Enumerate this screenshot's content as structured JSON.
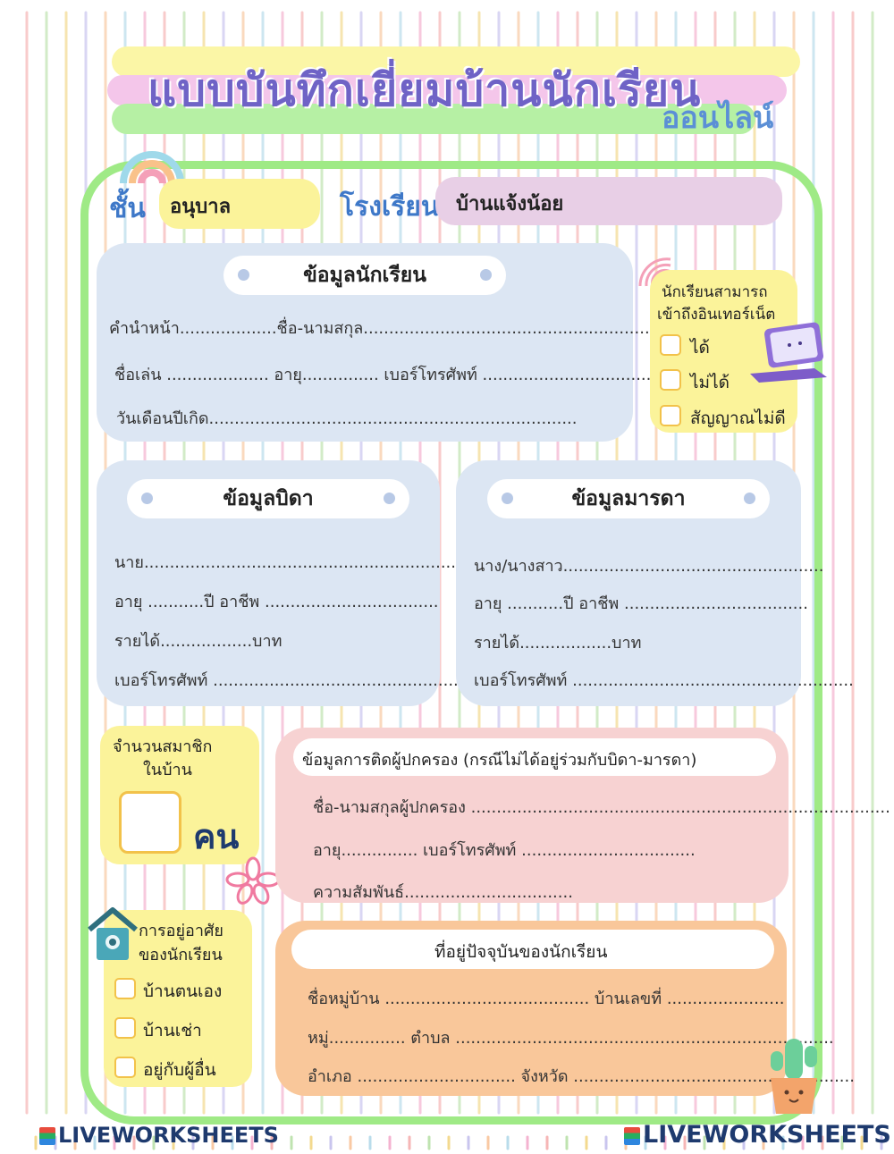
{
  "header": {
    "title": "แบบบันทึกเยี่ยมบ้านนักเรียน",
    "subtitle": "ออนไลน์"
  },
  "top_row": {
    "grade_label": "ชั้น",
    "grade_value": "อนุบาล",
    "school_label": "โรงเรียน",
    "school_value": "บ้านแจ้งน้อย"
  },
  "student_info": {
    "heading": "ข้อมูลนักเรียน",
    "line1": "คำนำหน้า...................ชื่อ-นามสกุล..................................................................................",
    "line2": "ชื่อเล่น .................... อายุ............... เบอร์โทรศัพท์ ..................................",
    "line3": "วันเดือนปีเกิด........................................................................"
  },
  "internet_access": {
    "title_line1": "นักเรียนสามารถ",
    "title_line2": "เข้าถึงอินเทอร์เน็ต",
    "options": [
      "ได้",
      "ไม่ได้",
      "สัญญาณไม่ดี"
    ]
  },
  "father_info": {
    "heading": "ข้อมูลบิดา",
    "line1": "นาย...........................................................................",
    "line2": "อายุ ...........ปี อาชีพ ..................................",
    "line3": "รายได้..................บาท",
    "line4": "เบอร์โทรศัพท์ .........................................................."
  },
  "mother_info": {
    "heading": "ข้อมูลมารดา",
    "line1": "นาง/นางสาว...................................................",
    "line2": "อายุ ...........ปี อาชีพ ....................................",
    "line3": "รายได้..................บาท",
    "line4": "เบอร์โทรศัพท์ ......................................................."
  },
  "household": {
    "title_line1": "จำนวนสมาชิก",
    "title_line2": "ในบ้าน",
    "unit": "คน"
  },
  "guardian_info": {
    "heading": "ข้อมูลการติดผู้ปกครอง (กรณีไม่ได้อยู่ร่วมกับบิดา-มารดา)",
    "line1": "ชื่อ-นามสกุลผู้ปกครอง ..................................................................................",
    "line2": "อายุ............... เบอร์โทรศัพท์ ..................................",
    "line3": "ความสัมพันธ์................................."
  },
  "residence": {
    "title_line1": "การอยู่อาศัย",
    "title_line2": "ของนักเรียน",
    "options": [
      "บ้านตนเอง",
      "บ้านเช่า",
      "อยู่กับผู้อื่น"
    ]
  },
  "address": {
    "heading": "ที่อยู่ปัจจุบันของนักเรียน",
    "line1": "ชื่อหมู่บ้าน ........................................ บ้านเลขที่ .......................",
    "line2": "หมู่............... ตำบล ..........................................................................",
    "line3": "อำเภอ ............................... จังหวัด ......................................................."
  },
  "watermark": {
    "left": "LIVEWORKSHEETS",
    "right": "LIVEWORKSHEETS"
  },
  "colors": {
    "frame_green": "#9fea86",
    "panel_blue": "#dce6f3",
    "panel_yellow": "#fbf39a",
    "panel_pink": "#f7d2d2",
    "panel_orange": "#f9c79a",
    "title_purple": "#6f63c6"
  }
}
